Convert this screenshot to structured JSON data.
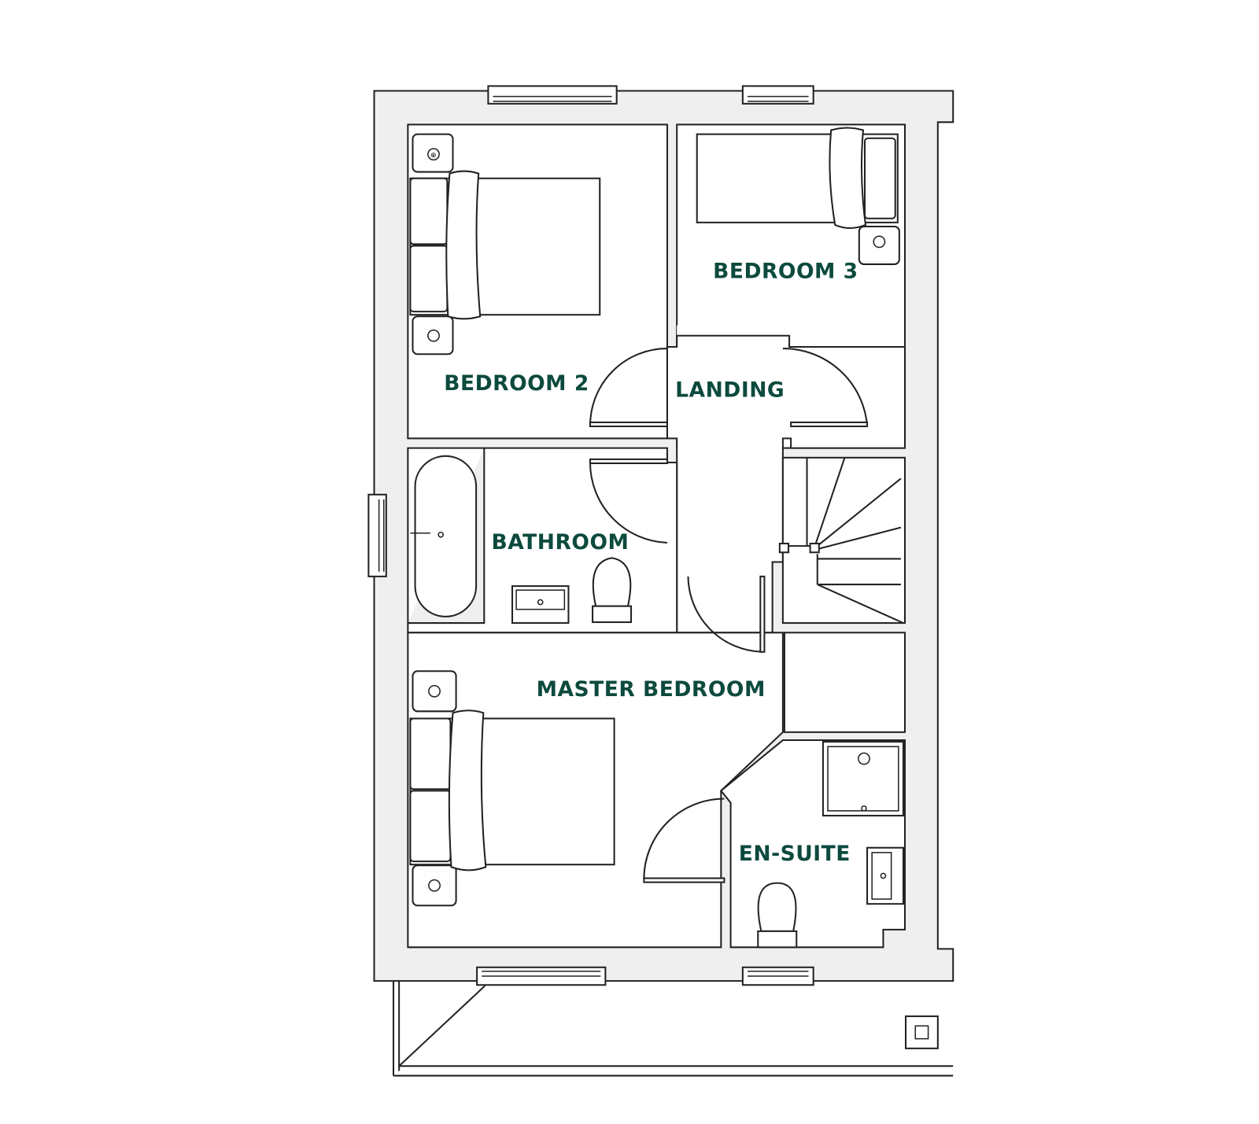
{
  "floorplan": {
    "label_color": "#0d4a3e",
    "wall_color": "#efefef",
    "rooms": {
      "bedroom2": "BEDROOM 2",
      "bedroom3": "BEDROOM 3",
      "landing": "LANDING",
      "bathroom": "BATHROOM",
      "master": "MASTER BEDROOM",
      "ensuite": "EN-SUITE"
    }
  }
}
